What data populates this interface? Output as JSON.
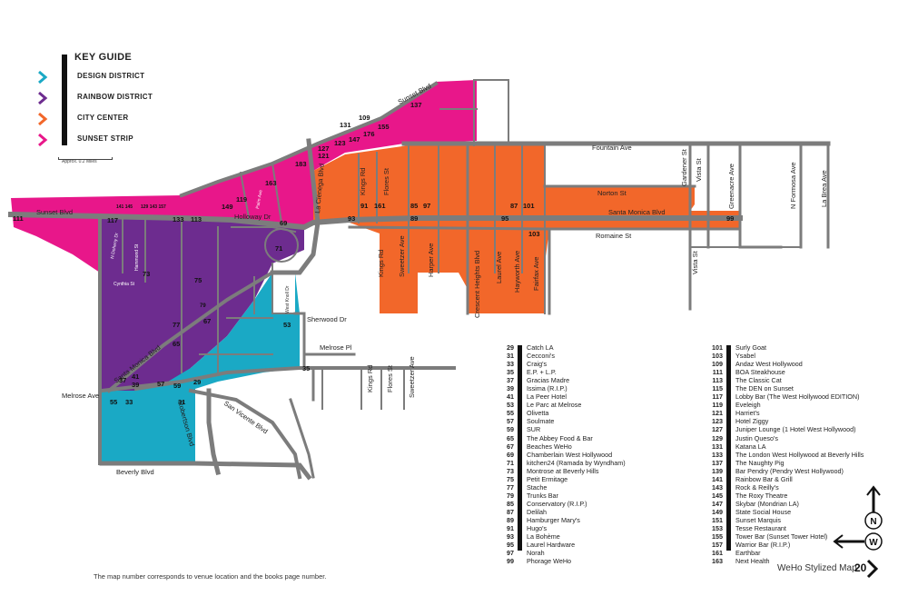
{
  "key": {
    "title": "KEY GUIDE",
    "items": [
      {
        "label": "DESIGN DISTRICT",
        "color": "#1aa9c5"
      },
      {
        "label": "RAINBOW DISTRICT",
        "color": "#6d2c8f"
      },
      {
        "label": "CITY CENTER",
        "color": "#f2672a"
      },
      {
        "label": "SUNSET STRIP",
        "color": "#e8178a"
      }
    ],
    "scale_label": "Approx. 0.2 Miles"
  },
  "colors": {
    "design": "#1aa9c5",
    "rainbow": "#6d2c8f",
    "city": "#f2672a",
    "sunset": "#e8178a",
    "road": "#7c7c7c"
  },
  "streets": {
    "sunset_blvd": "Sunset Blvd",
    "sunset_blvd_2": "Sunset Blvd",
    "la_cienega": "La Cienega Blvd",
    "holloway": "Holloway Dr",
    "santa_monica": "Santa Monica Blvd",
    "santa_monica_2": "Santa Monica Blvd",
    "fountain": "Fountain Ave",
    "norton": "Norton St",
    "romaine": "Romaine St",
    "kings_rd": "Kings Rd",
    "flores": "Flores St",
    "kings_rd_2": "Kings Rd",
    "sweetzer": "Sweetzer Ave",
    "harper": "Harper Ave",
    "crescent": "Crescent Heights Blvd",
    "laurel": "Laurel Ave",
    "hayworth": "Hayworth Ave",
    "fairfax": "Fairfax Ave",
    "gardener": "Gardener St",
    "vista": "Vista St",
    "vista_2": "Vista St",
    "greenacre": "Greenacre Ave",
    "formosa": "N Formosa Ave",
    "la_brea": "La Brea Ave",
    "sherwood": "Sherwood Dr",
    "melrose_pl": "Melrose Pl",
    "melrose_ave": "Melrose Ave",
    "san_vicente": "San Vicente Blvd",
    "robertson": "Robertson Blvd",
    "beverly": "Beverly Blvd",
    "kings_rd_3": "Kings Rd",
    "flores_2": "Flores St",
    "sweetzer_2": "Sweetzer Ave",
    "doheny": "N Doheny Dr",
    "hammond": "Hammond St",
    "cynthia": "Cynthia St",
    "palm": "Palm Ave",
    "westknoll": "West Knoll Dr"
  },
  "markers": [
    "111",
    "117",
    "133",
    "113",
    "149",
    "119",
    "163",
    "183",
    "127",
    "121",
    "131",
    "123",
    "147",
    "109",
    "176",
    "155",
    "137",
    "141 145",
    "129 143 157",
    "69",
    "71",
    "73",
    "75",
    "79",
    "77",
    "67",
    "65",
    "93",
    "91",
    "161",
    "85",
    "97",
    "89",
    "87",
    "101",
    "95",
    "103",
    "99",
    "53",
    "35",
    "41",
    "39",
    "37",
    "57",
    "59",
    "29",
    "55",
    "33",
    "31"
  ],
  "venues_left": [
    {
      "num": "29",
      "name": "Catch LA"
    },
    {
      "num": "31",
      "name": "Cecconi's"
    },
    {
      "num": "33",
      "name": "Craig's"
    },
    {
      "num": "35",
      "name": "E.P. + L.P."
    },
    {
      "num": "37",
      "name": "Gracias Madre"
    },
    {
      "num": "39",
      "name": "Issima (R.I.P.)"
    },
    {
      "num": "41",
      "name": "La Peer Hotel"
    },
    {
      "num": "53",
      "name": "Le Parc at Melrose"
    },
    {
      "num": "55",
      "name": "Olivetta"
    },
    {
      "num": "57",
      "name": "Soulmate"
    },
    {
      "num": "59",
      "name": "SUR"
    },
    {
      "num": "65",
      "name": "The Abbey Food & Bar"
    },
    {
      "num": "67",
      "name": "Beaches WeHo"
    },
    {
      "num": "69",
      "name": "Chamberlain West Hollywood"
    },
    {
      "num": "71",
      "name": "kitchen24 (Ramada by Wyndham)"
    },
    {
      "num": "73",
      "name": "Montrose at Beverly Hills"
    },
    {
      "num": "75",
      "name": "Petit Ermitage"
    },
    {
      "num": "77",
      "name": "Stache"
    },
    {
      "num": "79",
      "name": "Trunks Bar"
    },
    {
      "num": "85",
      "name": "Conservatory (R.I.P.)"
    },
    {
      "num": "87",
      "name": "Delilah"
    },
    {
      "num": "89",
      "name": "Hamburger Mary's"
    },
    {
      "num": "91",
      "name": "Hugo's"
    },
    {
      "num": "93",
      "name": "La Bohème"
    },
    {
      "num": "95",
      "name": "Laurel Hardware"
    },
    {
      "num": "97",
      "name": "Norah"
    },
    {
      "num": "99",
      "name": "Phorage WeHo"
    }
  ],
  "venues_right": [
    {
      "num": "101",
      "name": "Surly Goat"
    },
    {
      "num": "103",
      "name": "Ysabel"
    },
    {
      "num": "109",
      "name": "Andaz West Hollywood"
    },
    {
      "num": "111",
      "name": "BOA Steakhouse"
    },
    {
      "num": "113",
      "name": "The Classic Cat"
    },
    {
      "num": "115",
      "name": "The DEN on Sunset"
    },
    {
      "num": "117",
      "name": "Lobby Bar (The West Hollywood EDITION)"
    },
    {
      "num": "119",
      "name": "Eveleigh"
    },
    {
      "num": "121",
      "name": "Harriet's"
    },
    {
      "num": "123",
      "name": "Hotel Ziggy"
    },
    {
      "num": "127",
      "name": "Juniper Lounge (1 Hotel West Hollywood)"
    },
    {
      "num": "129",
      "name": "Justin Queso's"
    },
    {
      "num": "131",
      "name": "Katana LA"
    },
    {
      "num": "133",
      "name": "The London West Hollywood at Beverly Hills"
    },
    {
      "num": "137",
      "name": "The Naughty Pig"
    },
    {
      "num": "139",
      "name": "Bar Pendry (Pendry West Hollywood)"
    },
    {
      "num": "141",
      "name": "Rainbow Bar & Grill"
    },
    {
      "num": "143",
      "name": "Rock & Reilly's"
    },
    {
      "num": "145",
      "name": "The Roxy Theatre"
    },
    {
      "num": "147",
      "name": "Skybar (Mondrian LA)"
    },
    {
      "num": "149",
      "name": "State Social House"
    },
    {
      "num": "151",
      "name": "Sunset Marquis"
    },
    {
      "num": "153",
      "name": "Tesse Restaurant"
    },
    {
      "num": "155",
      "name": "Tower Bar (Sunset Tower Hotel)"
    },
    {
      "num": "157",
      "name": "Warrior Bar (R.I.P.)"
    },
    {
      "num": "161",
      "name": "Earthbar"
    },
    {
      "num": "163",
      "name": "Next Health"
    }
  ],
  "compass": {
    "north": "N",
    "west": "W"
  },
  "footer_note": "The map number corresponds to venue location and the books page number.",
  "page_title": "WeHo Stylized Map",
  "page_number": "20"
}
